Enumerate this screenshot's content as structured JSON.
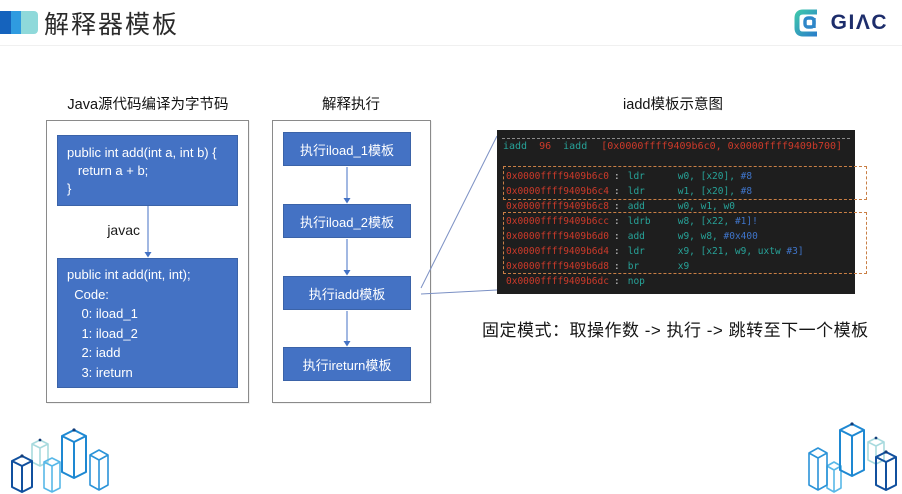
{
  "header": {
    "title": "解释器模板",
    "logo_text": "GIΛC"
  },
  "left": {
    "heading": "Java源代码编译为字节码",
    "source_lines": [
      "public int add(int a, int b) {",
      "   return a + b;",
      "}"
    ],
    "compiler_label": "javac",
    "bytecode_lines": [
      "public int add(int, int);",
      "  Code:",
      "    0: iload_1",
      "    1: iload_2",
      "    2: iadd",
      "    3: ireturn"
    ]
  },
  "middle": {
    "heading": "解释执行",
    "steps": [
      "执行iload_1模板",
      "执行iload_2模板",
      "执行iadd模板",
      "执行ireturn模板"
    ]
  },
  "right": {
    "heading": "iadd模板示意图",
    "caption": "固定模式：取操作数 -> 执行 -> 跳转至下一个模板",
    "terminal": {
      "colon": ":",
      "header": {
        "mnemonic": "iadd",
        "index": "96",
        "name": "iadd",
        "range": "[0x0000ffff9409b6c0, 0x0000ffff9409b700]"
      },
      "rows": [
        {
          "addr": "0x0000ffff9409b6c0",
          "mn": "ldr",
          "ops": "w0, [x20], ",
          "imm": "#8"
        },
        {
          "addr": "0x0000ffff9409b6c4",
          "mn": "ldr",
          "ops": "w1, [x20], ",
          "imm": "#8"
        },
        {
          "addr": "0x0000ffff9409b6c8",
          "mn": "add",
          "ops": "w0, w1, w0",
          "imm": ""
        },
        {
          "addr": "0x0000ffff9409b6cc",
          "mn": "ldrb",
          "ops": "w8, [x22, ",
          "imm": "#1]!"
        },
        {
          "addr": "0x0000ffff9409b6d0",
          "mn": "add",
          "ops": "w9, w8, ",
          "imm": "#0x400"
        },
        {
          "addr": "0x0000ffff9409b6d4",
          "mn": "ldr",
          "ops": "x9, [x21, w9, uxtw ",
          "imm": "#3]"
        },
        {
          "addr": "0x0000ffff9409b6d8",
          "mn": "br",
          "ops": "x9",
          "imm": ""
        },
        {
          "addr": "0x0000ffff9409b6dc",
          "mn": "nop",
          "ops": "",
          "imm": ""
        }
      ]
    }
  },
  "colors": {
    "accent_blue": "#4472c4",
    "address_red": "#cd3a2a",
    "mnemonic_teal": "#27a399",
    "immediate_blue": "#3f74c9",
    "dashed_orange": "#c97f45",
    "logo_navy": "#1d2d6b"
  }
}
